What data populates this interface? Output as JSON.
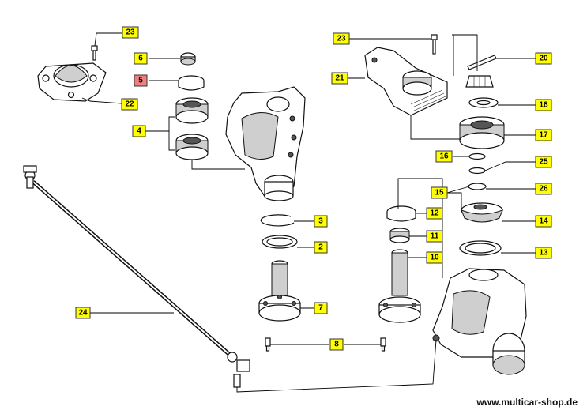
{
  "diagram": {
    "callouts": [
      {
        "id": "c23a",
        "label": "23",
        "highlight": "yellow"
      },
      {
        "id": "c6",
        "label": "6",
        "highlight": "yellow"
      },
      {
        "id": "c5",
        "label": "5",
        "highlight": "red"
      },
      {
        "id": "c22",
        "label": "22",
        "highlight": "yellow"
      },
      {
        "id": "c4",
        "label": "4",
        "highlight": "yellow"
      },
      {
        "id": "c23b",
        "label": "23",
        "highlight": "yellow"
      },
      {
        "id": "c21",
        "label": "21",
        "highlight": "yellow"
      },
      {
        "id": "c20",
        "label": "20",
        "highlight": "yellow"
      },
      {
        "id": "c18",
        "label": "18",
        "highlight": "yellow"
      },
      {
        "id": "c17",
        "label": "17",
        "highlight": "yellow"
      },
      {
        "id": "c16",
        "label": "16",
        "highlight": "yellow"
      },
      {
        "id": "c25",
        "label": "25",
        "highlight": "yellow"
      },
      {
        "id": "c15",
        "label": "15",
        "highlight": "yellow"
      },
      {
        "id": "c26",
        "label": "26",
        "highlight": "yellow"
      },
      {
        "id": "c3",
        "label": "3",
        "highlight": "yellow"
      },
      {
        "id": "c12",
        "label": "12",
        "highlight": "yellow"
      },
      {
        "id": "c14",
        "label": "14",
        "highlight": "yellow"
      },
      {
        "id": "c2",
        "label": "2",
        "highlight": "yellow"
      },
      {
        "id": "c11",
        "label": "11",
        "highlight": "yellow"
      },
      {
        "id": "c13",
        "label": "13",
        "highlight": "yellow"
      },
      {
        "id": "c10",
        "label": "10",
        "highlight": "yellow"
      },
      {
        "id": "c24",
        "label": "24",
        "highlight": "yellow"
      },
      {
        "id": "c7",
        "label": "7",
        "highlight": "yellow"
      },
      {
        "id": "c8",
        "label": "8",
        "highlight": "yellow"
      }
    ],
    "colors": {
      "yellow": "#ffff00",
      "red": "#f08080",
      "line": "#000000"
    }
  },
  "watermark": "www.multicar-shop.de"
}
